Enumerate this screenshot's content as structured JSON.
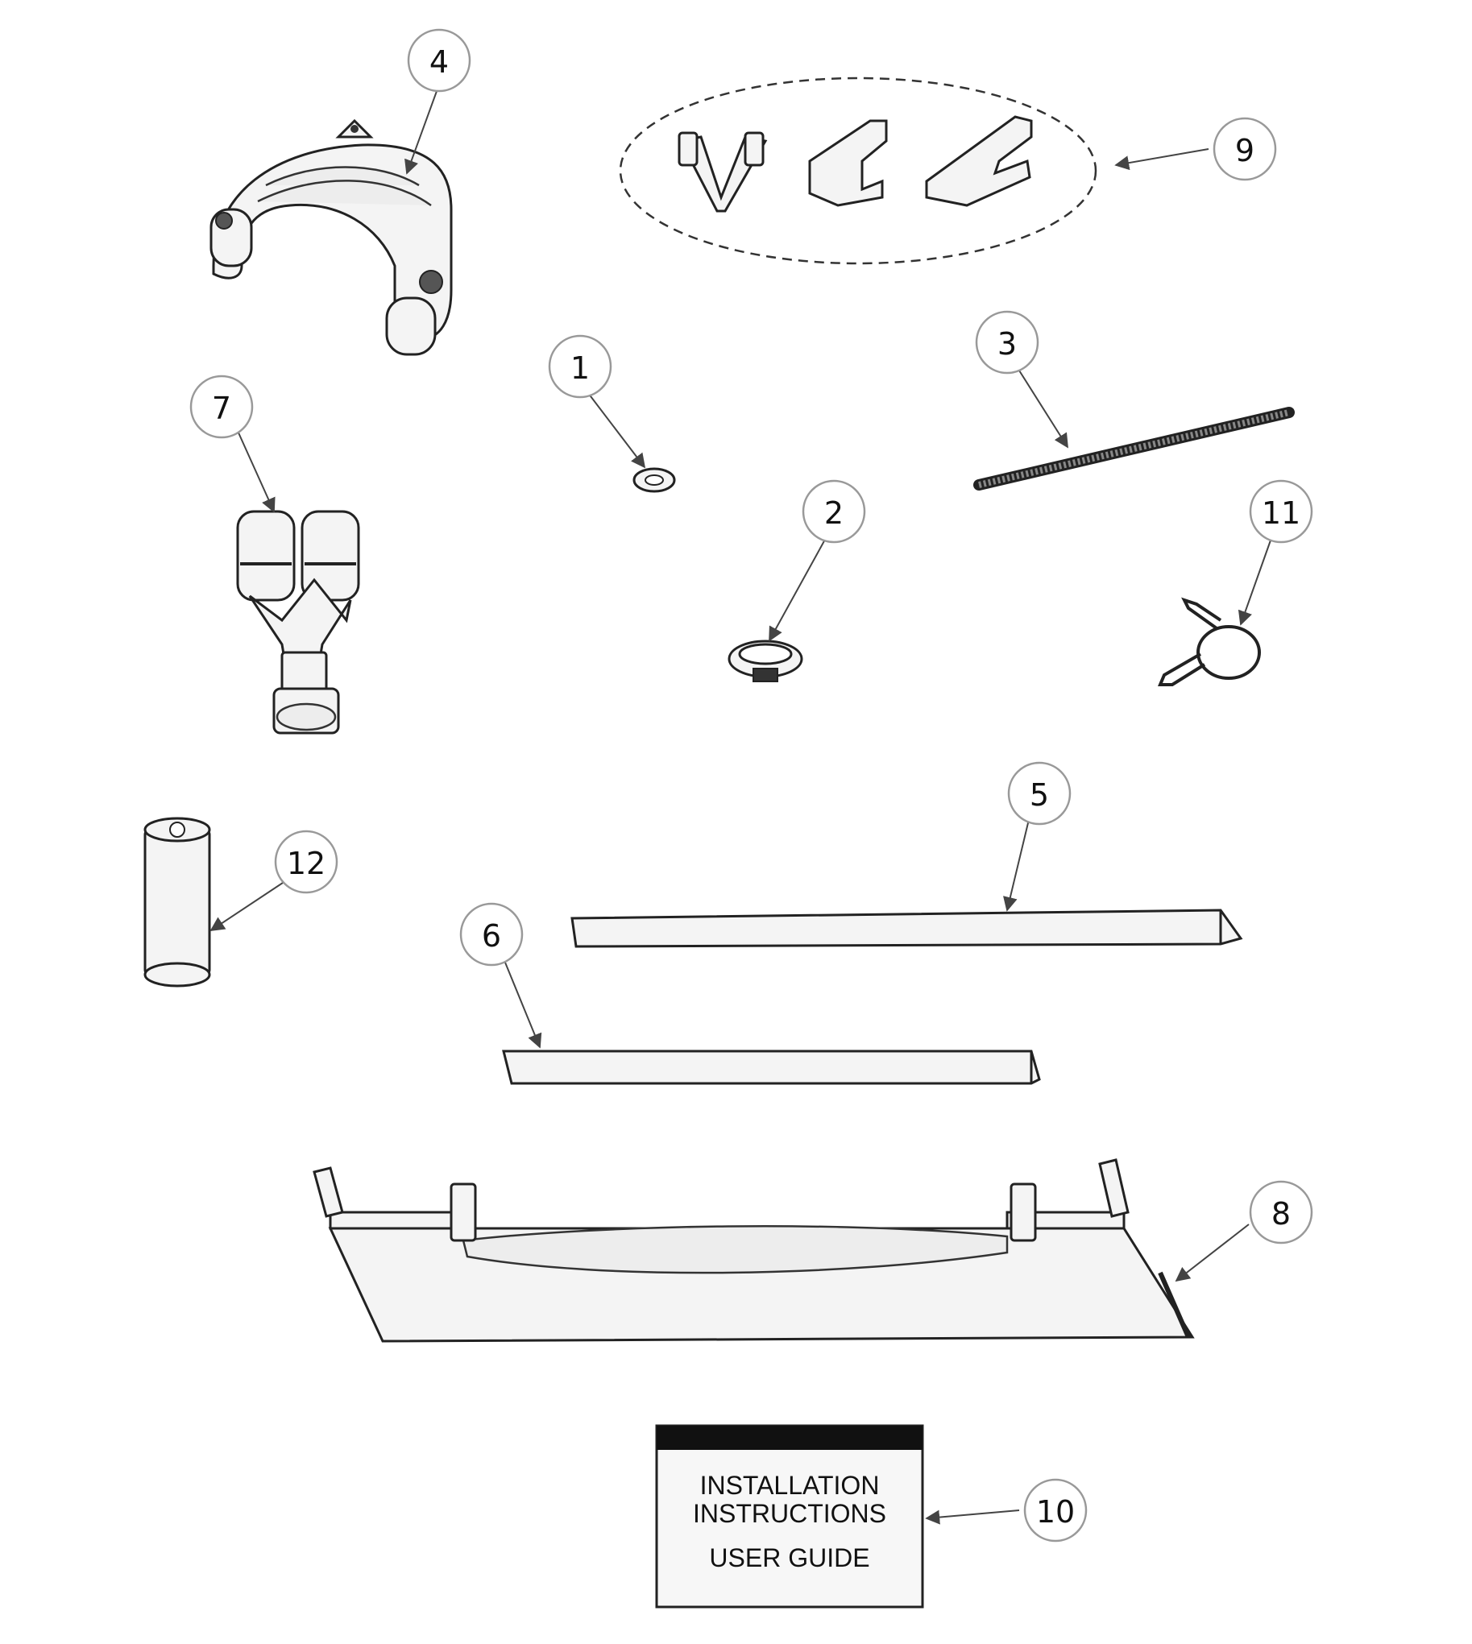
{
  "callouts": [
    {
      "id": "1",
      "label": "1"
    },
    {
      "id": "2",
      "label": "2"
    },
    {
      "id": "3",
      "label": "3"
    },
    {
      "id": "4",
      "label": "4"
    },
    {
      "id": "5",
      "label": "5"
    },
    {
      "id": "6",
      "label": "6"
    },
    {
      "id": "7",
      "label": "7"
    },
    {
      "id": "8",
      "label": "8"
    },
    {
      "id": "9",
      "label": "9"
    },
    {
      "id": "10",
      "label": "10"
    },
    {
      "id": "11",
      "label": "11"
    },
    {
      "id": "12",
      "label": "12"
    }
  ],
  "booklet": {
    "line1": "INSTALLATION",
    "line2": "INSTRUCTIONS",
    "line3": "USER GUIDE"
  },
  "colors": {
    "line": "#222222",
    "fill": "#f4f4f4",
    "background": "#ffffff"
  }
}
